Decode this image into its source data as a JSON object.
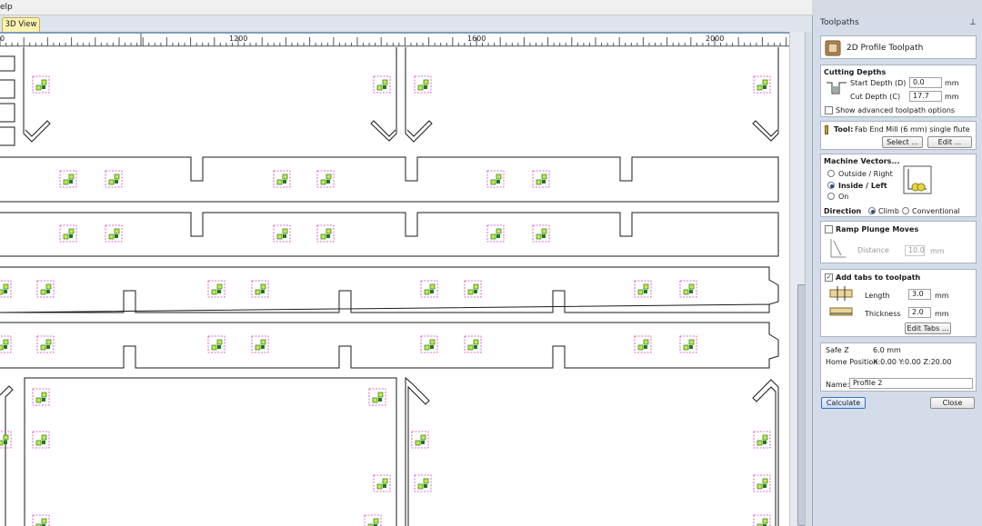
{
  "menu": {
    "help_fragment": "elp"
  },
  "tabs": [
    {
      "label": "3D View"
    }
  ],
  "ruler": {
    "labels": [
      "0",
      "1200",
      "1600",
      "2000"
    ]
  },
  "panel": {
    "title": "Toolpaths",
    "header": "2D Profile Toolpath",
    "cutting_depths": {
      "title": "Cutting Depths",
      "start_label": "Start Depth (D)",
      "start_value": "0.0",
      "start_unit": "mm",
      "cut_label": "Cut Depth (C)",
      "cut_value": "17.7",
      "cut_unit": "mm"
    },
    "advanced_label": "Show advanced toolpath options",
    "tool": {
      "label": "Tool:",
      "name": "Fab End Mill (6 mm) single flute",
      "select_button": "Select ...",
      "edit_button": "Edit ..."
    },
    "machine_vectors": {
      "title": "Machine Vectors...",
      "options": [
        "Outside / Right",
        "Inside / Left",
        "On"
      ],
      "selected": "Inside / Left",
      "direction_label": "Direction",
      "direction_options": [
        "Climb",
        "Conventional"
      ],
      "direction_selected": "Climb"
    },
    "ramp": {
      "label": "Ramp Plunge Moves",
      "distance_label": "Distance",
      "distance_value": "10.0",
      "distance_unit": "mm"
    },
    "tabs": {
      "label": "Add tabs to toolpath",
      "length_label": "Length",
      "length_value": "3.0",
      "length_unit": "mm",
      "thickness_label": "Thickness",
      "thickness_value": "2.0",
      "thickness_unit": "mm",
      "edit_button": "Edit Tabs ..."
    },
    "safe_z_label": "Safe Z",
    "safe_z_value": "6.0 mm",
    "home_label": "Home Position",
    "home_value": "X:0.00 Y:0.00 Z:20.00",
    "name_label": "Name:",
    "name_value": "Profile 2",
    "calculate_button": "Calculate",
    "close_button": "Close"
  },
  "colors": {
    "panel_bg": "#d3dce8",
    "tab_active": "#fdf3b2",
    "marker_fill": "#c9e64a",
    "marker_dark": "#1f7a1f",
    "marker_outline": "#d23bbf"
  }
}
